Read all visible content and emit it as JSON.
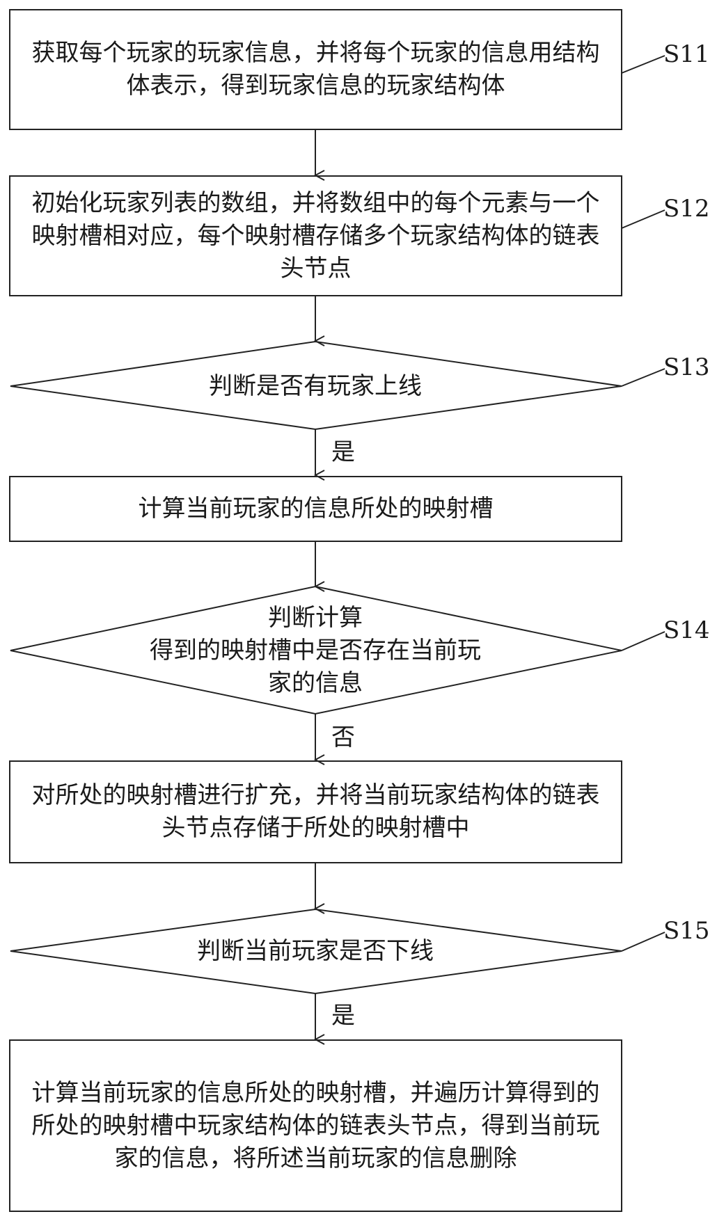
{
  "steps": {
    "s11": {
      "id": "S11",
      "text": "获取每个玩家的玩家信息，并将每个玩家的信息用结构体表示，得到玩家信息的玩家结构体"
    },
    "s12": {
      "id": "S12",
      "text": "初始化玩家列表的数组，并将数组中的每个元素与一个映射槽相对应，每个映射槽存储多个玩家结构体的链表头节点"
    },
    "s13": {
      "id": "S13",
      "text": "判断是否有玩家上线"
    },
    "calc_slot": {
      "text": "计算当前玩家的信息所处的映射槽"
    },
    "s14": {
      "id": "S14",
      "line1": "判断计算",
      "line2": "得到的映射槽中是否存在当前玩",
      "line3": "家的信息"
    },
    "expand": {
      "text": "对所处的映射槽进行扩充，并将当前玩家结构体的链表头节点存储于所处的映射槽中"
    },
    "s15": {
      "id": "S15",
      "text": "判断当前玩家是否下线"
    },
    "delete": {
      "text": "计算当前玩家的信息所处的映射槽，并遍历计算得到的所处的映射槽中玩家结构体的链表头节点，得到当前玩家的信息，将所述当前玩家的信息删除"
    }
  },
  "edge_labels": {
    "s13_yes": "是",
    "s14_no": "否",
    "s15_yes": "是"
  }
}
